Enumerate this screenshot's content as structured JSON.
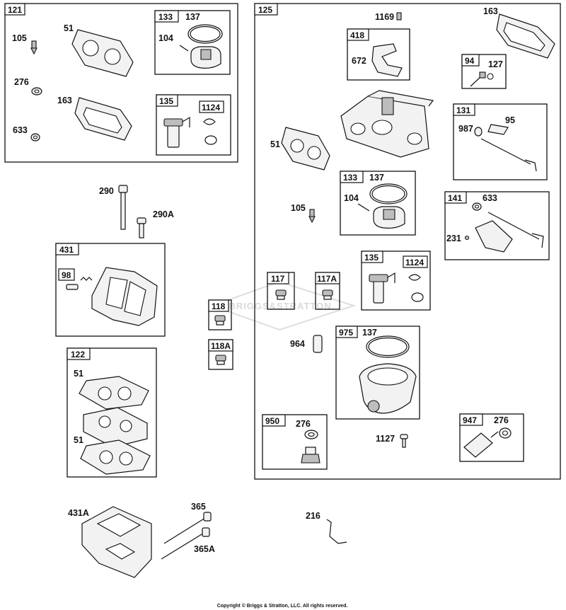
{
  "diagram": {
    "callouts": {
      "121": "121",
      "105": "105",
      "51": "51",
      "133": "133",
      "137": "137",
      "104": "104",
      "276": "276",
      "163": "163",
      "633": "633",
      "135": "135",
      "1124": "1124",
      "290": "290",
      "290A": "290A",
      "431": "431",
      "98": "98",
      "118": "118",
      "118A": "118A",
      "122": "122",
      "431A": "431A",
      "365": "365",
      "365A": "365A",
      "216": "216",
      "125": "125",
      "1169": "1169",
      "418": "418",
      "672": "672",
      "94": "94",
      "127": "127",
      "131": "131",
      "95": "95",
      "987": "987",
      "141": "141",
      "231": "231",
      "117": "117",
      "117A": "117A",
      "975": "975",
      "964": "964",
      "950": "950",
      "1127": "1127",
      "947": "947"
    },
    "watermark": "BRIGGS&STRATTON",
    "copyright": "Copyright © Briggs & Stratton, LLC. All rights reserved."
  }
}
